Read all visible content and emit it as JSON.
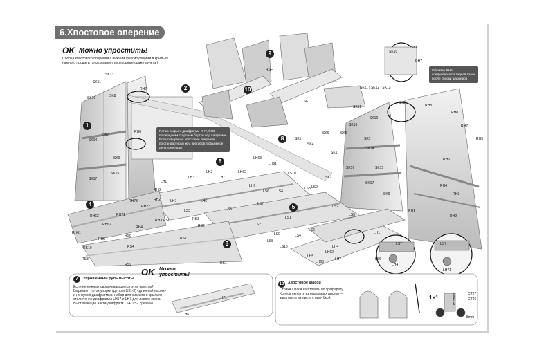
{
  "header": {
    "title": "6.Хвостовое оперение"
  },
  "simplify": {
    "badge": "OK",
    "title": "Можно упростить!",
    "text_line1": "Сборка хвостового оперения с нижним фиксирующими в крыльях",
    "text_line2": "намного проще и предохраняет переходные сраже пункта 7"
  },
  "note_diaphragm": {
    "line1": "Потом покрыть диафрагмы RH7, RH6",
    "line2": "по передним сторонам бортов под швартами.",
    "line3": "Если собираешь хвостовое оперение",
    "line4": "по стандартному жгу, прогибов в объёмное",
    "line5": "делать не надо."
  },
  "note_rh5": {
    "line1": "Обшивку RH5",
    "line2": "соединяется по задней грани",
    "line3": "после сборки шарниров"
  },
  "step_numbers": [
    "1",
    "2",
    "3",
    "4",
    "5",
    "6",
    "7",
    "8",
    "9",
    "10"
  ],
  "box7": {
    "title": "Упрощённый руль высоты",
    "line1": "Если не нужны поворачивающиеся рули высоты?",
    "line2": "Вырезают лоток упорки (детали LH1-3) «длинный носом»",
    "line3": "и не нужно диафрагмы и набор для нижнего в крыльях",
    "line4": "отключение диафрагмы LH17 и LH7 для левого звена.",
    "line5": "Выступающие части диафрагм LS4, LS7 срезаны."
  },
  "box_simplify2": {
    "badge": "OK",
    "line1": "Можно",
    "line2": "упростить!"
  },
  "box10": {
    "title": "Хвостовое шасси",
    "line1": "Стойки шасси изготовить по трафарету.",
    "line2": "Колеса склеить из отдельных дисков —",
    "line3": "заготовить из листа с вырубкой."
  },
  "wheel": {
    "ratio": "1×1",
    "dim_h": "15.5mm",
    "dim_w": "5mm",
    "part1": "CT27",
    "part2": "CT26"
  },
  "parts": {
    "sk13": "SK13",
    "sk11": "SK11",
    "sk8": "SK8",
    "sk10": "SK10",
    "rh7": "RH7",
    "rh6": "RH6",
    "sk7": "SK7",
    "sk14": "SK14",
    "sk9": "SK9",
    "sk15": "SK15",
    "sk17": "SK17",
    "rh8": "RH8",
    "rh63": "RH63",
    "rh73": "RH73",
    "rh22": "RH22",
    "rh2": "RH2",
    "rh71": "RH71",
    "rh62": "RH62",
    "rh61": "RH61",
    "rh4": "RH4",
    "rh3": "RH3",
    "rh5": "RH5",
    "rh1": "RH1",
    "rs10": "RS10",
    "rs6": "RS6",
    "rs4": "RS4",
    "rs8": "RS8",
    "rs9": "RS9",
    "rs7": "RS7",
    "rs3": "RS3",
    "rs2": "RS2",
    "rs1": "RS1",
    "lh1": "LH1",
    "lh2": "LH2",
    "lh3": "LH3",
    "lh4": "LH4",
    "lh5": "LH5",
    "lh6": "LH6",
    "lh7": "LH7",
    "lh62": "LH62",
    "lh63": "LH63",
    "lh71": "LH71",
    "lh61": "LH61",
    "ls1": "LS1",
    "ls2": "LS2",
    "ls3": "LS3",
    "ls4": "LS4",
    "ls5": "LS5",
    "ls6": "LS6",
    "ls7": "LS7",
    "ls8": "LS8",
    "ls9": "LS9",
    "ls10": "LS10",
    "sk1": "SK1",
    "sk2": "SK2",
    "sk4": "SK4",
    "sk5": "SK5",
    "sk6": "SK6",
    "sk16": "SK16",
    "sk12": "SK11 | SK12 | SK13",
    "lsf": "LSF",
    "rsf": "RSF"
  }
}
